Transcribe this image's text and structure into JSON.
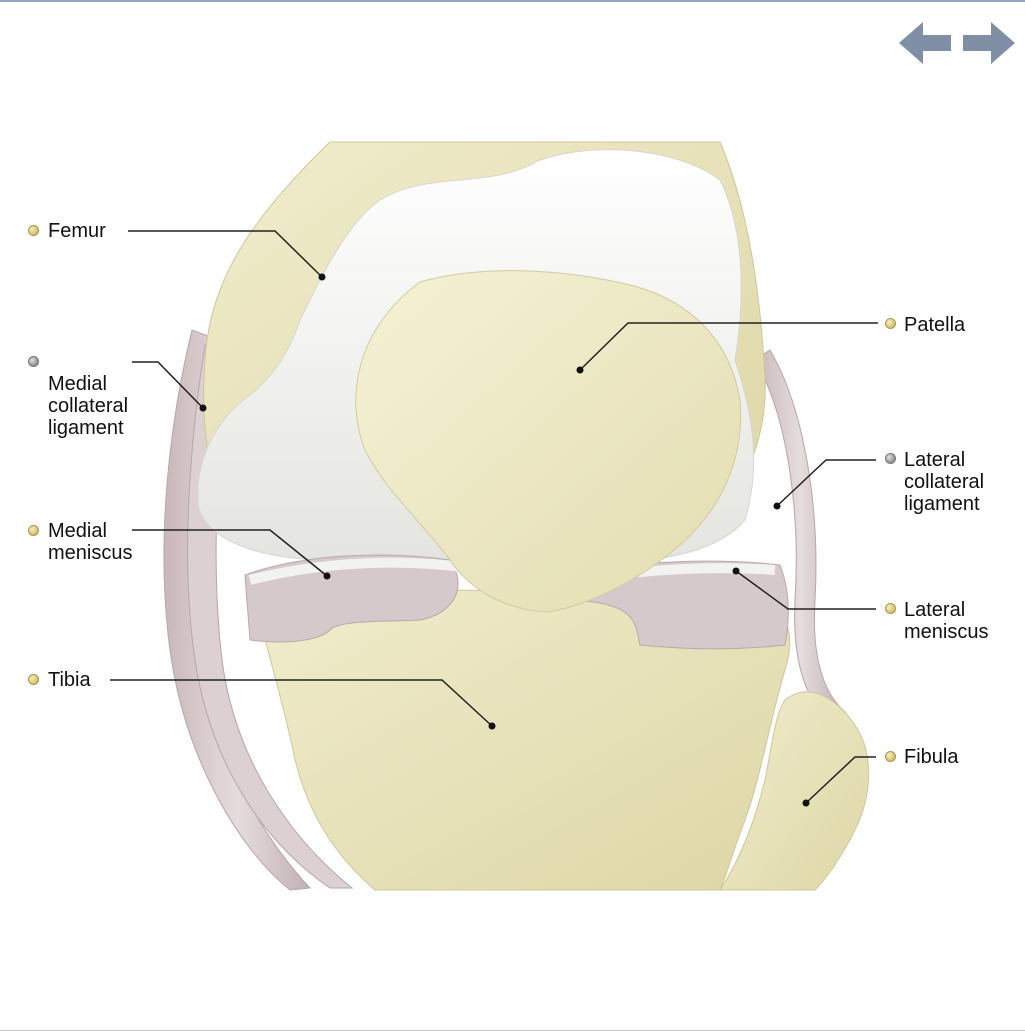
{
  "navigation": {
    "back_icon": "arrow-left-icon",
    "forward_icon": "arrow-right-icon",
    "color": "#7f8fa6"
  },
  "labels": {
    "femur": "Femur",
    "medial_collateral_ligament": "Medial\ncollateral\nligament",
    "medial_meniscus": "Medial\nmeniscus",
    "tibia": "Tibia",
    "patella": "Patella",
    "lateral_collateral_ligament": "Lateral\ncollateral\nligament",
    "lateral_meniscus": "Lateral\nmeniscus",
    "fibula": "Fibula"
  },
  "colors": {
    "bone": "#e9e4bb",
    "cartilage": "#eeeeec",
    "ligament": "#d4c6c8",
    "bullet_yellow": "#d8c77a",
    "bullet_grey": "#9a9a9a"
  }
}
